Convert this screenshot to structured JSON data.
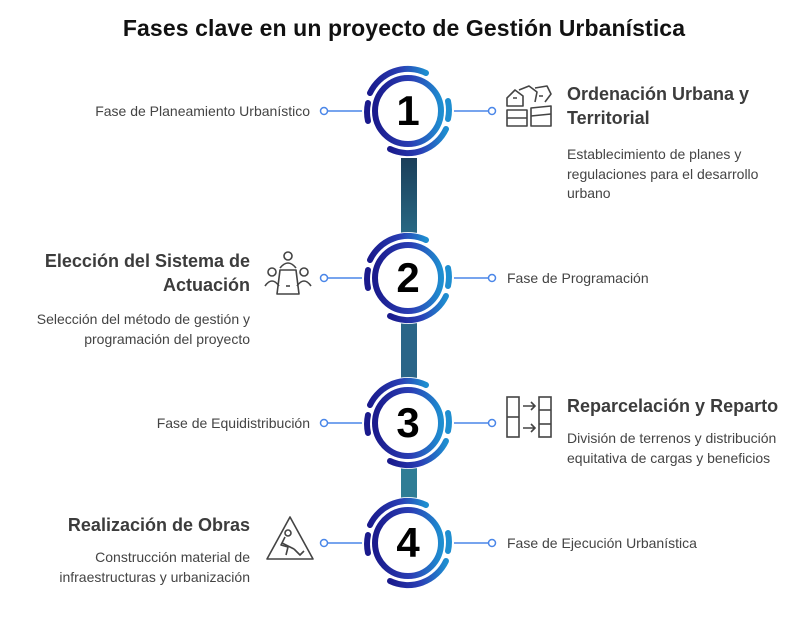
{
  "title": "Fases clave en un proyecto de Gestión Urbanística",
  "steps": [
    {
      "number": "1",
      "phase": "Fase de Planeamiento Urbanístico",
      "heading": "Ordenación Urbana y Territorial",
      "description": "Establecimiento de planes y regulaciones para el desarrollo urbano",
      "icon": "city-map-icon"
    },
    {
      "number": "2",
      "phase": "Fase de Programación",
      "heading": "Elección del Sistema de Actuación",
      "description": "Selección del método de gestión y programación del proyecto",
      "icon": "meeting-people-icon"
    },
    {
      "number": "3",
      "phase": "Fase de Equidistribución",
      "heading": "Reparcelación y Reparto",
      "description": "División de terrenos y distribución equitativa de cargas y beneficios",
      "icon": "parcel-transfer-icon"
    },
    {
      "number": "4",
      "phase": "Fase de Ejecución Urbanística",
      "heading": "Realización de Obras",
      "description": "Construcción material de infraestructuras y urbanización",
      "icon": "construction-sign-icon"
    }
  ],
  "colors": {
    "ring_dark": "#1a1a8c",
    "ring_mid": "#2a3fb5",
    "ring_light": "#1e7fc4",
    "connector": "#1c5470",
    "dot_line": "#4a86e8",
    "icon": "#444444"
  }
}
